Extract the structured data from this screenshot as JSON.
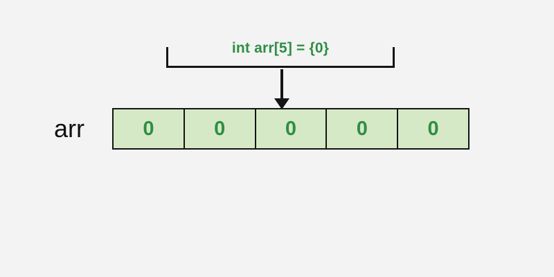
{
  "diagram": {
    "declaration_label": "int arr[5] = {0}",
    "array_label": "arr",
    "cells": [
      "0",
      "0",
      "0",
      "0",
      "0"
    ],
    "colors": {
      "background": "#f2f3f2",
      "cell_fill": "#d6e9c6",
      "green_text": "#2f8d46",
      "line": "#141414",
      "label_text": "#111111"
    }
  }
}
